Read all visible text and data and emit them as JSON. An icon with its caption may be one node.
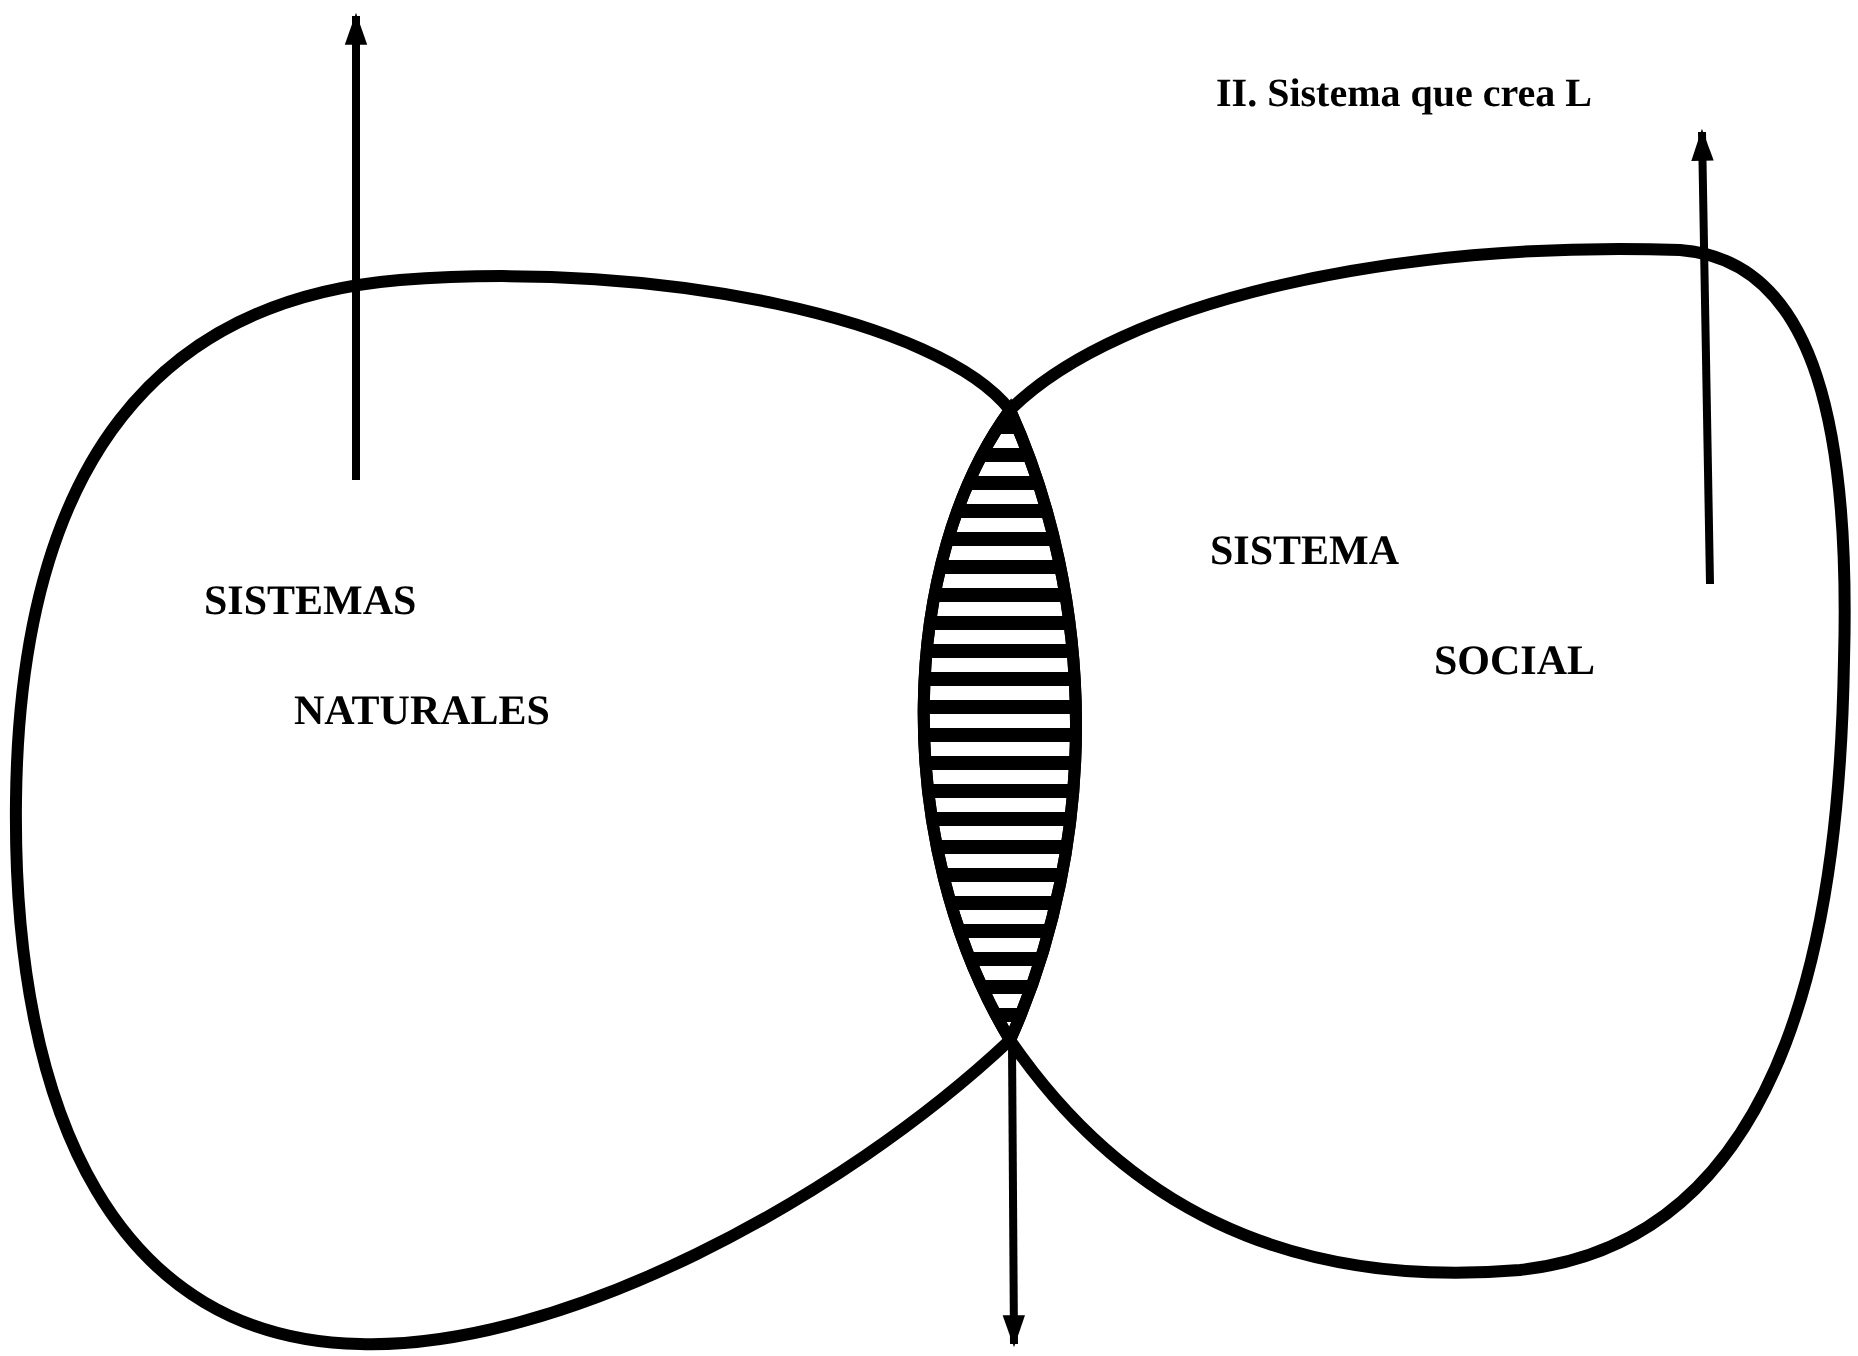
{
  "diagram": {
    "nodes": [
      {
        "text": [
          "SISTEMAS NATURALES"
        ]
      },
      {
        "text": [
          "SISTEMA SOCIAL"
        ]
      },
      {
        "text": [],
        "shape": "lens"
      },
      {
        "text": [
          "II. Sistema que crea L"
        ]
      }
    ],
    "edges": [
      {
        "from": 0,
        "to": null,
        "arrow": "to"
      },
      {
        "from": 2,
        "to": null,
        "arrow": "to"
      },
      {
        "from": 1,
        "to": 3,
        "arrow": "to"
      }
    ]
  }
}
